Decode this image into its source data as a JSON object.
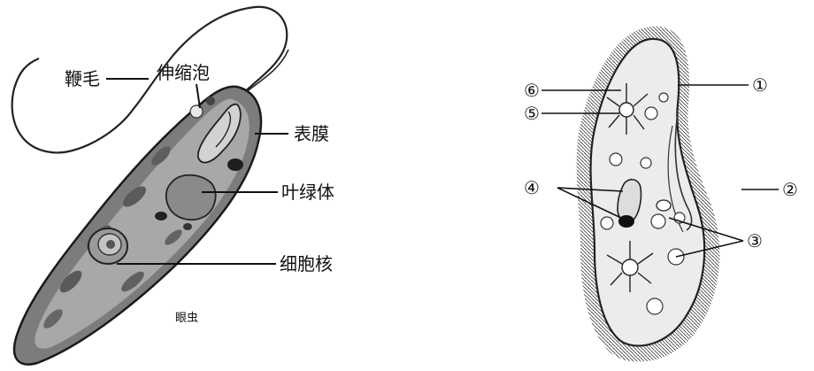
{
  "euglena": {
    "caption": "眼虫",
    "labels": {
      "flagellum": "鞭毛",
      "contractile_vacuole": "伸缩泡",
      "pellicle": "表膜",
      "chloroplast": "叶绿体",
      "nucleus": "细胞核"
    }
  },
  "paramecium": {
    "markers": {
      "m1": "①",
      "m2": "②",
      "m3": "③",
      "m4": "④",
      "m5": "⑤",
      "m6": "⑥"
    }
  }
}
